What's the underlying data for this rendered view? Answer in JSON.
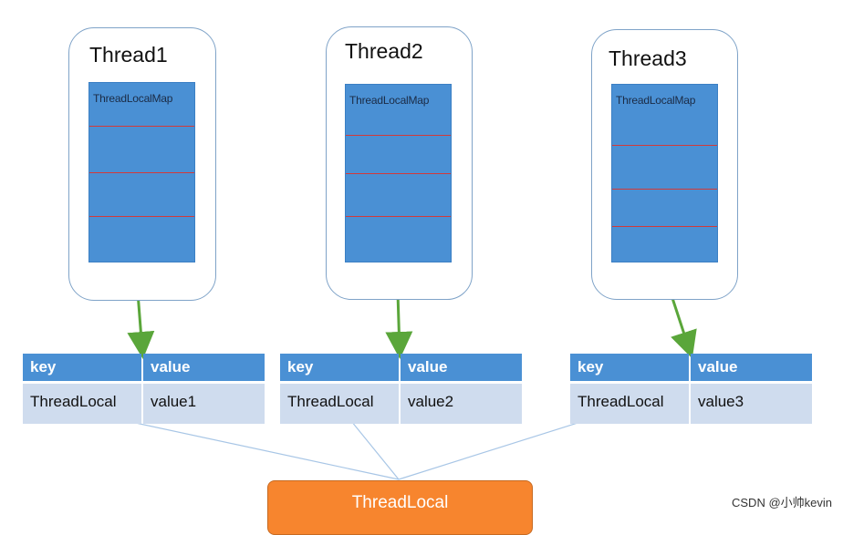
{
  "threads": [
    {
      "title": "Thread1",
      "map_label": "ThreadLocalMap",
      "key": "ThreadLocal",
      "value": "value1"
    },
    {
      "title": "Thread2",
      "map_label": "ThreadLocalMap",
      "key": "ThreadLocal",
      "value": "value2"
    },
    {
      "title": "Thread3",
      "map_label": "ThreadLocalMap",
      "key": "ThreadLocal",
      "value": "value3"
    }
  ],
  "table_headers": {
    "key": "key",
    "value": "value"
  },
  "threadlocal_label": "ThreadLocal",
  "watermark": "CSDN @小帅kevin",
  "colors": {
    "thread_border": "#7fa3c8",
    "map_fill": "#4a90d4",
    "map_divider": "#d23a3a",
    "arrow": "#5aa63a",
    "table_header": "#4a90d4",
    "table_cell": "#cfdcee",
    "threadlocal_fill": "#f7852e",
    "link_line": "#a8c6e6"
  }
}
